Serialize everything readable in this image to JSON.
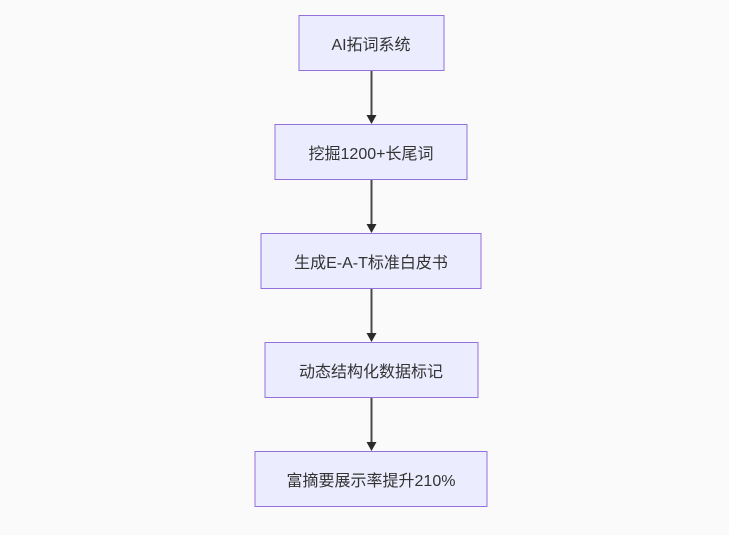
{
  "diagram": {
    "type": "flowchart",
    "direction": "top-down",
    "background_color": "#fafafa",
    "node_fill_color": "#ECECFF",
    "node_border_color": "#9370DB",
    "text_color": "#333333",
    "arrow_color": "#333333",
    "nodes": [
      {
        "id": "n1",
        "label": "AI拓词系统"
      },
      {
        "id": "n2",
        "label": "挖掘1200+长尾词"
      },
      {
        "id": "n3",
        "label": "生成E-A-T标准白皮书"
      },
      {
        "id": "n4",
        "label": "动态结构化数据标记"
      },
      {
        "id": "n5",
        "label": "富摘要展示率提升210%"
      }
    ],
    "edges": [
      {
        "from": "AI拓词系统",
        "to": "挖掘1200+长尾词"
      },
      {
        "from": "挖掘1200+长尾词",
        "to": "生成E-A-T标准白皮书"
      },
      {
        "from": "生成E-A-T标准白皮书",
        "to": "动态结构化数据标记"
      },
      {
        "from": "动态结构化数据标记",
        "to": "富摘要展示率提升210%"
      }
    ]
  }
}
